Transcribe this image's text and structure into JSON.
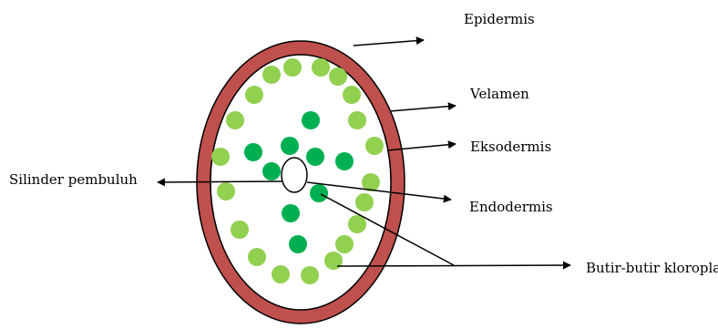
{
  "labels": {
    "epidermis": "Epidermis",
    "velamen": "Velamen",
    "eksodermis": "Eksodermis",
    "endodermis": "Endodermis",
    "silinder": "Silinder pembuluh",
    "kloroplast": "Butir-butir kloroplast"
  },
  "colors": {
    "outer_ring": "#c0504d",
    "outline": "#000000",
    "inner_fill": "#ffffff",
    "light_green": "#92d050",
    "dark_green": "#00b050"
  }
}
